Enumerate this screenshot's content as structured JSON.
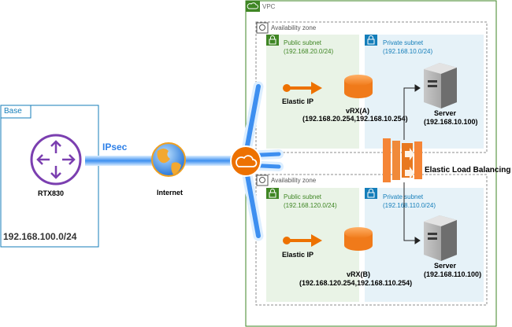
{
  "vpc": {
    "label": "VPC"
  },
  "base": {
    "label": "Base",
    "router": "RTX830",
    "network": "192.168.100.0/24"
  },
  "tunnel": {
    "label": "IPsec"
  },
  "internet": {
    "label": "Internet"
  },
  "zone_a": {
    "label": "Availability zone",
    "public_subnet": {
      "label": "Public subnet",
      "cidr": "(192.168.20.0/24)"
    },
    "private_subnet": {
      "label": "Private subnet",
      "cidr": "(192.168.10.0/24)"
    },
    "eip_label": "Elastic IP",
    "vrx": {
      "name": "vRX(A)",
      "ips": "(192.168.20.254,192.168.10.254)"
    },
    "server": {
      "name": "Server",
      "ip": "(192.168.10.100)"
    }
  },
  "zone_b": {
    "label": "Availability zone",
    "public_subnet": {
      "label": "Public subnet",
      "cidr": "(192.168.120.0/24)"
    },
    "private_subnet": {
      "label": "Private subnet",
      "cidr": "(192.168.110.0/24)"
    },
    "eip_label": "Elastic IP",
    "vrx": {
      "name": "vRX(B)",
      "ips": "(192.168.120.254,192.168.110.254)"
    },
    "server": {
      "name": "Server",
      "ip": "(192.168.110.100)"
    }
  },
  "elb": {
    "label": "Elastic Load Balancing"
  },
  "colors": {
    "vpc_border": "#3f8624",
    "base_border": "#147eba",
    "public_subnet_bg": "#e9f3e6",
    "private_subnet_bg": "#e6f2f8",
    "tunnel": "#2e80e8",
    "aws_orange": "#ed7100",
    "elb_orange": "#f58536"
  }
}
